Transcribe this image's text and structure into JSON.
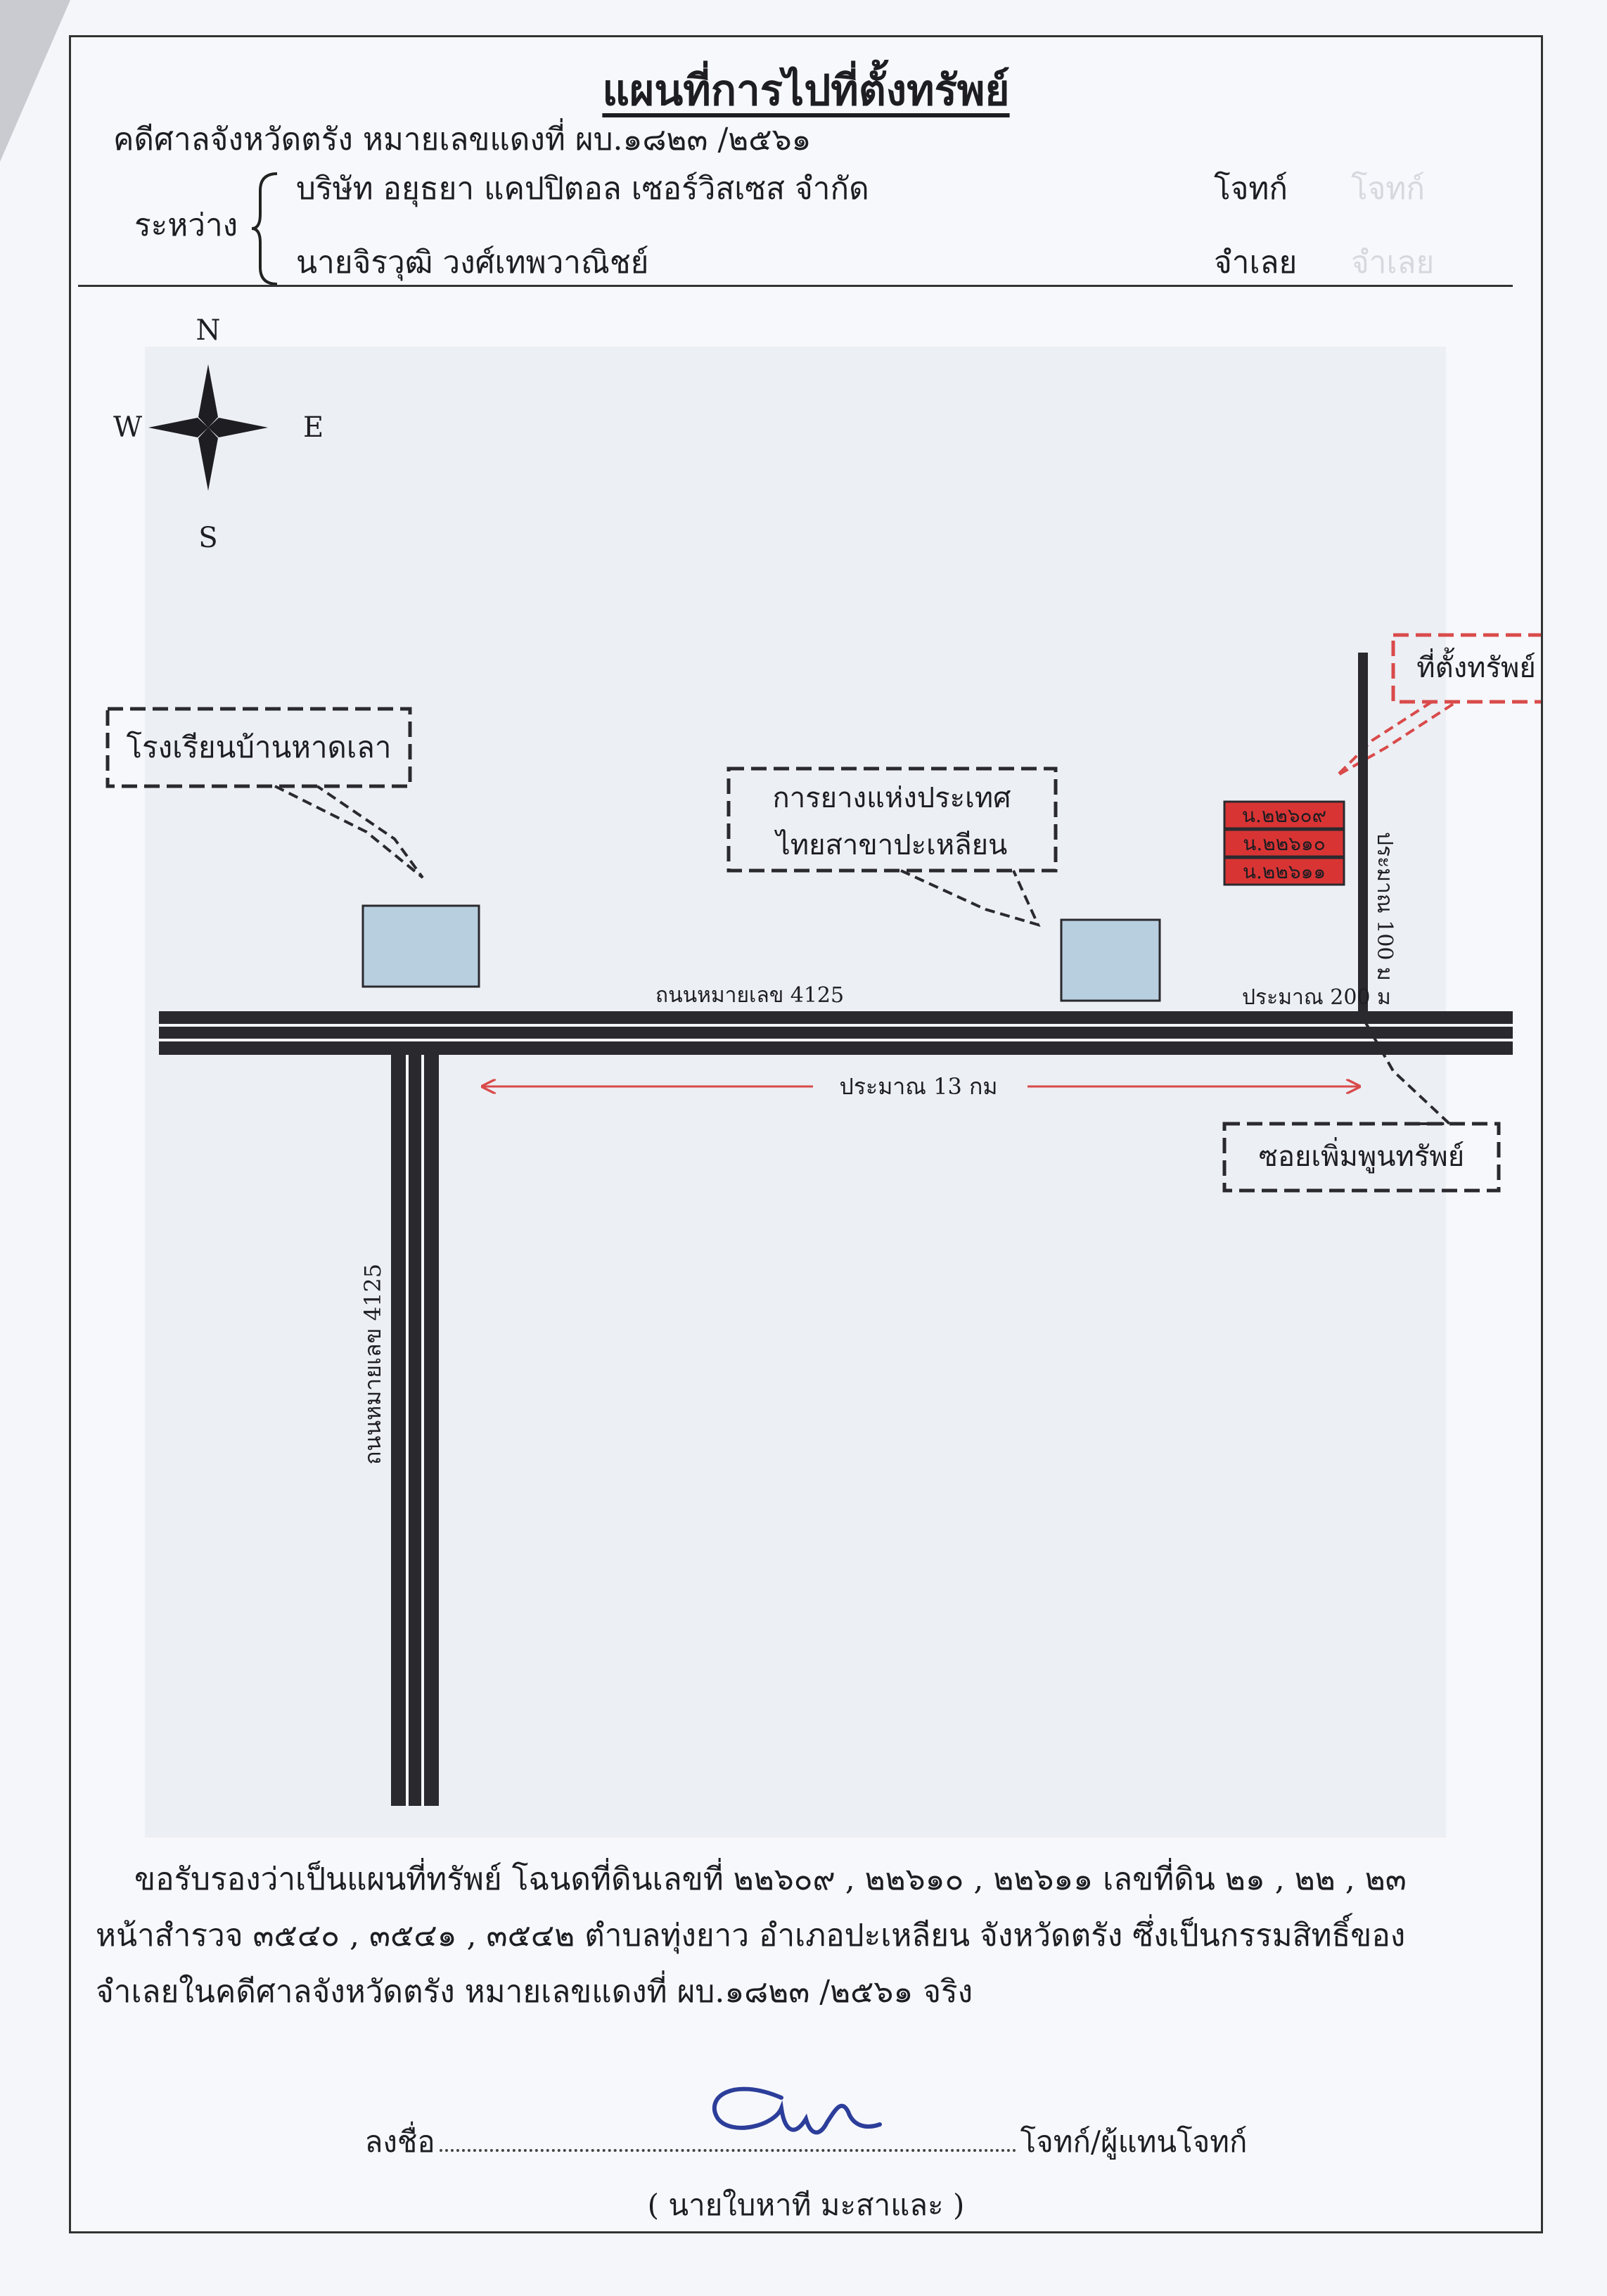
{
  "document": {
    "title": "แผนที่การไปที่ตั้งทรัพย์",
    "case_line": "คดีศาลจังหวัดตรัง  หมายเลขแดงที่  ผบ.๑๘๒๓ /๒๕๖๑",
    "between_label": "ระหว่าง",
    "plaintiff": {
      "name": "บริษัท อยุธยา แคปปิตอล เซอร์วิสเซส จำกัด",
      "role": "โจทก์",
      "faint": "โจทก์"
    },
    "defendant": {
      "name": "นายจิรวุฒิ วงศ์เทพวาณิชย์",
      "role": "จำเลย",
      "faint": "จำเลย"
    }
  },
  "map": {
    "compass": {
      "north": "N",
      "south": "S",
      "east": "E",
      "west": "W"
    },
    "callouts": {
      "school": "โรงเรียนบ้านหาดเลา",
      "rubber_line1": "การยางแห่งประเทศ",
      "rubber_line2": "ไทยสาขาปะเหลียน",
      "property": "ที่ตั้งทรัพย์",
      "soi": "ซอยเพิ่มพูนทรัพย์"
    },
    "parcels": [
      "น.๒๒๖๐๙",
      "น.๒๒๖๑๐",
      "น.๒๒๖๑๑"
    ],
    "road_horizontal": "ถนนหมายเลข 4125",
    "road_vertical": "ถนนหมายเลข 4125",
    "distance_main": "ประมาณ 13 กม",
    "distance_junction": "ประมาณ 200 ม",
    "distance_soi": "ประมาณ 100 ม",
    "colors": {
      "parcel": "#d93434",
      "building": "#b8cfe0",
      "road": "#2a2a2e",
      "arrow": "#d94a4a"
    }
  },
  "certification": {
    "line1": "ขอรับรองว่าเป็นแผนที่ทรัพย์ โฉนดที่ดินเลขที่ ๒๒๖๐๙ , ๒๒๖๑๐ , ๒๒๖๑๑ เลขที่ดิน ๒๑ , ๒๒ , ๒๓",
    "line2": "หน้าสำรวจ ๓๕๔๐ , ๓๕๔๑ , ๓๕๔๒ ตำบลทุ่งยาว  อำเภอปะเหลียน  จังหวัดตรัง ซึ่งเป็นกรรมสิทธิ์ของ",
    "line3": "จำเลยในคดีศาลจังหวัดตรัง หมายเลขแดงที่  ผบ.๑๘๒๓ /๒๕๖๑  จริง"
  },
  "signature": {
    "sign_label": "ลงชื่อ",
    "role_label": "โจทก์/ผู้แทนโจทก์",
    "signer_name": "( นายใบหาที  มะสาและ )"
  }
}
